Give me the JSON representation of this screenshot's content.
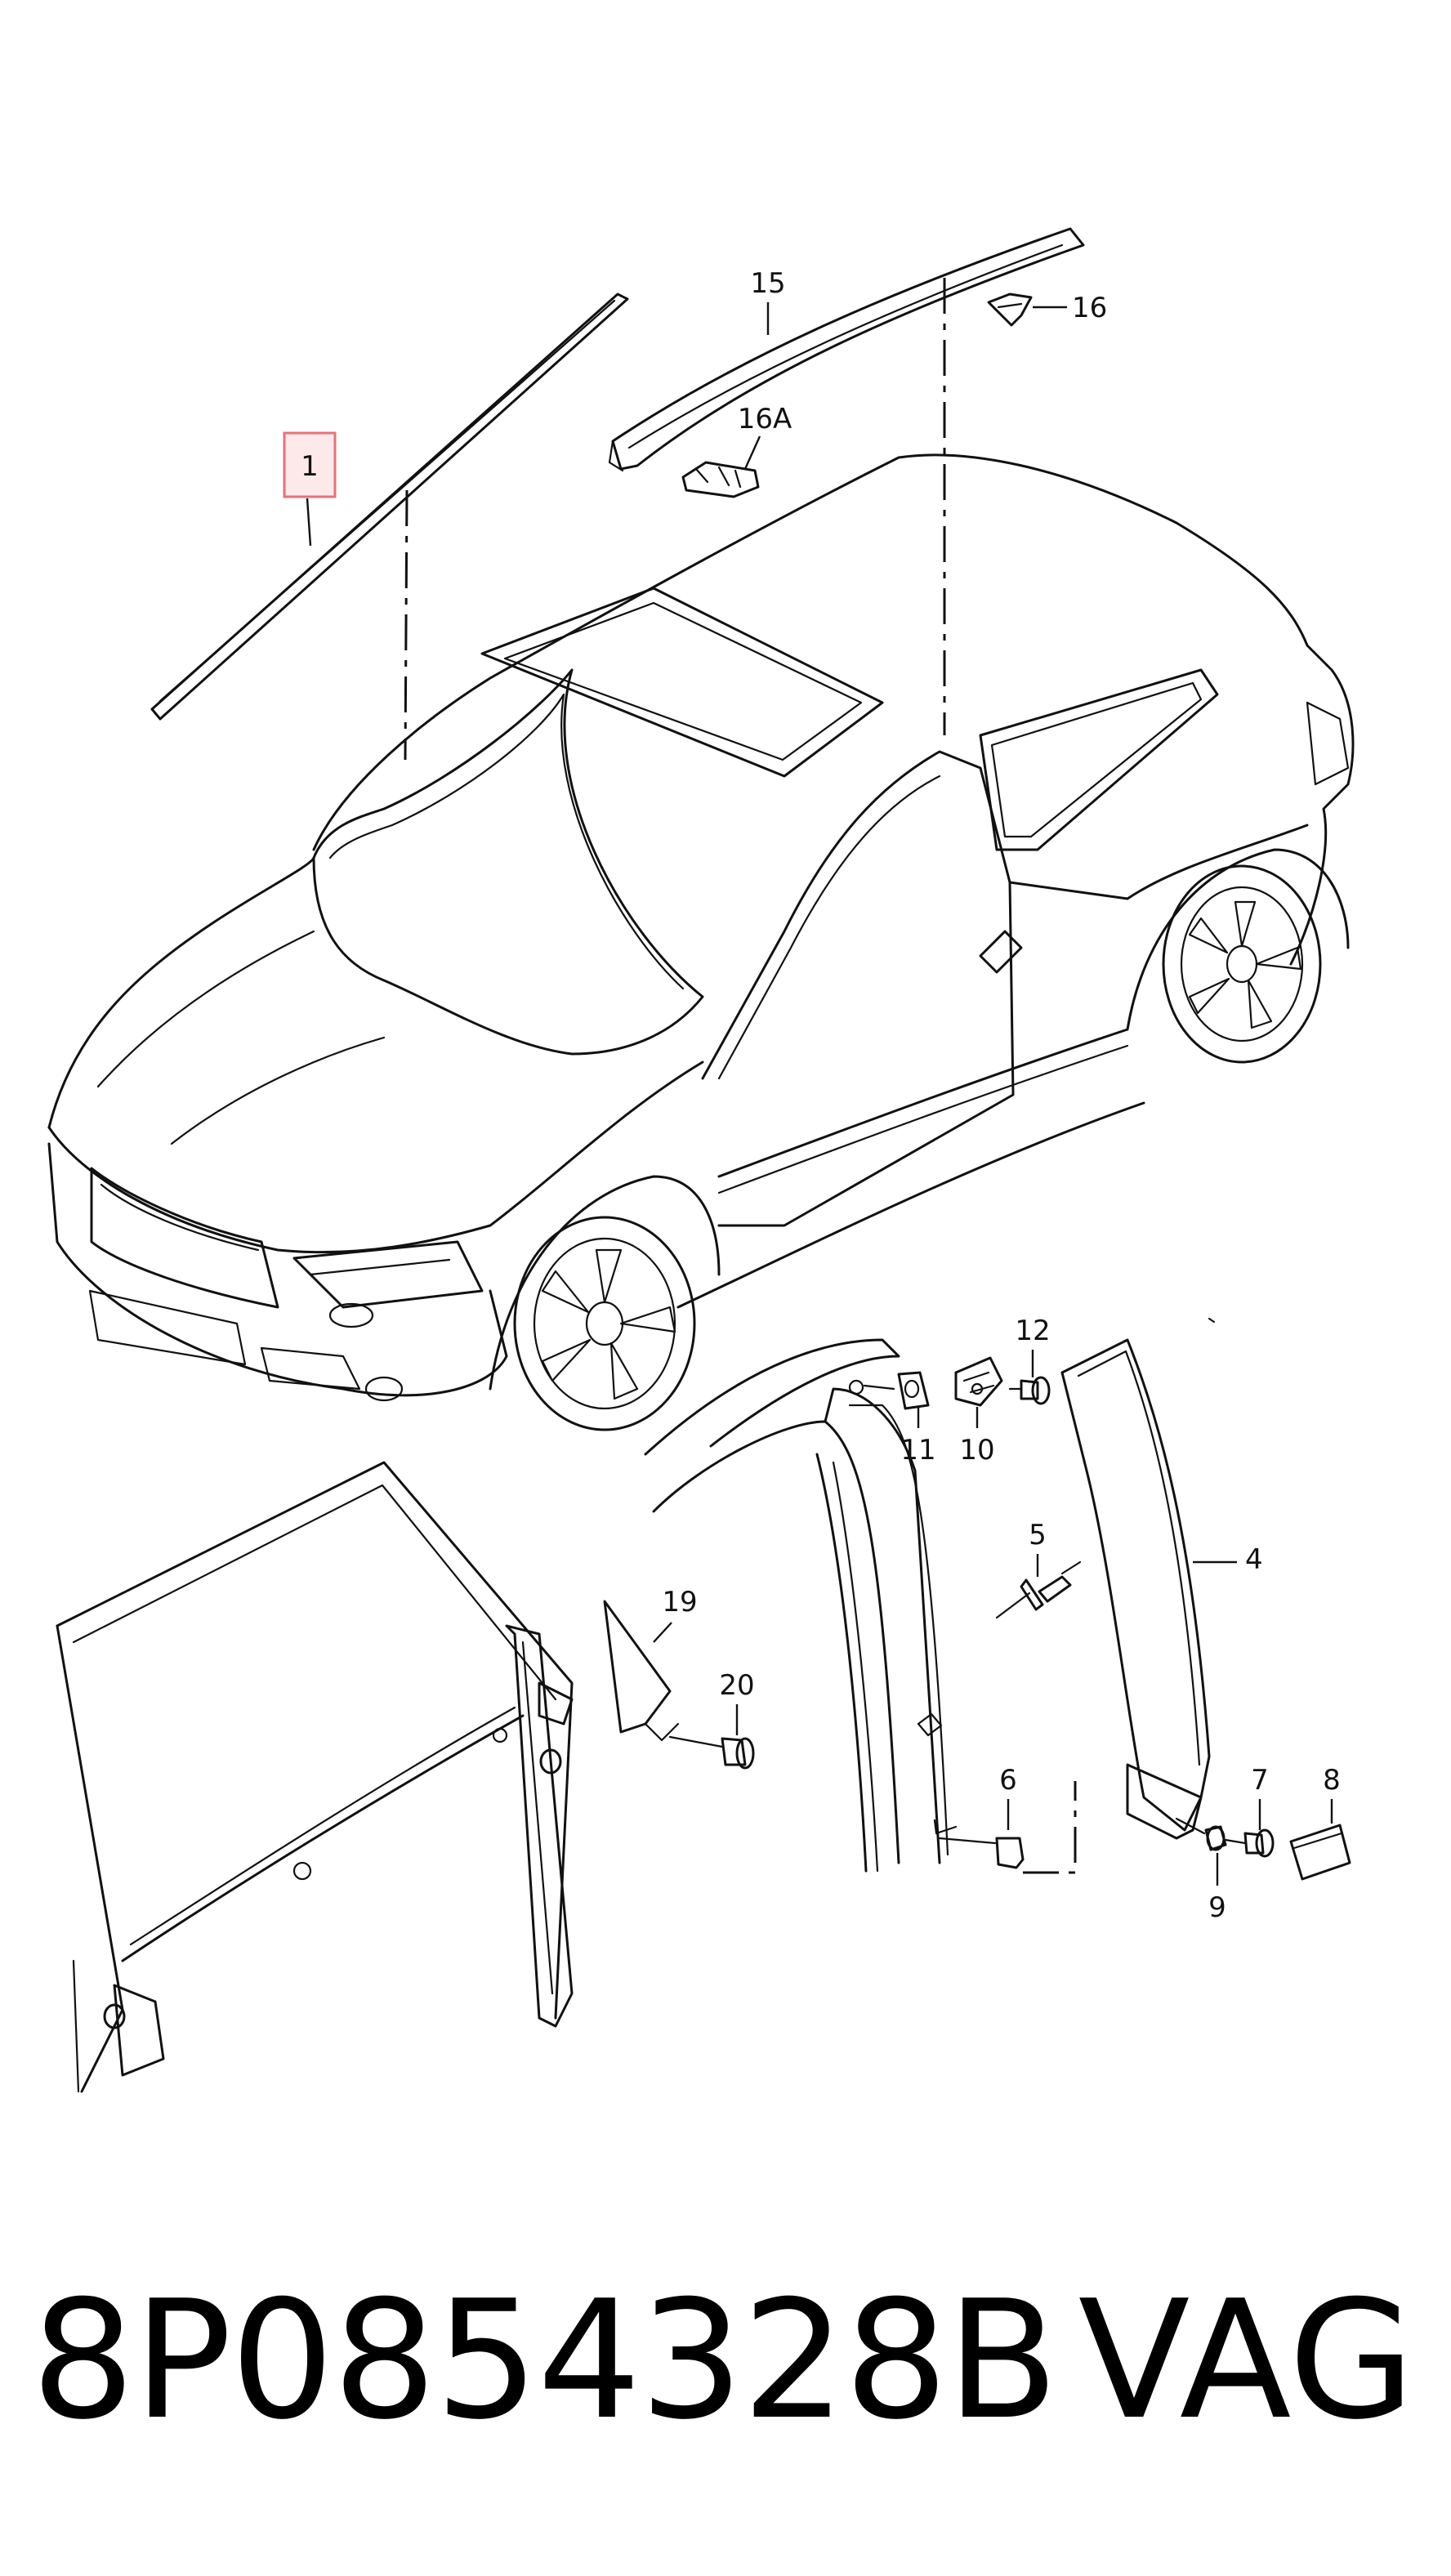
{
  "callouts": {
    "c1": "1",
    "c15": "15",
    "c16": "16",
    "c16a": "16A",
    "c12": "12",
    "c11": "11",
    "c10": "10",
    "c5": "5",
    "c4": "4",
    "c19": "19",
    "c20": "20",
    "c6": "6",
    "c7": "7",
    "c8": "8",
    "c9": "9"
  },
  "highlight_color": "#e8707a",
  "part_number": "8P0854328B",
  "brand": "VAG"
}
